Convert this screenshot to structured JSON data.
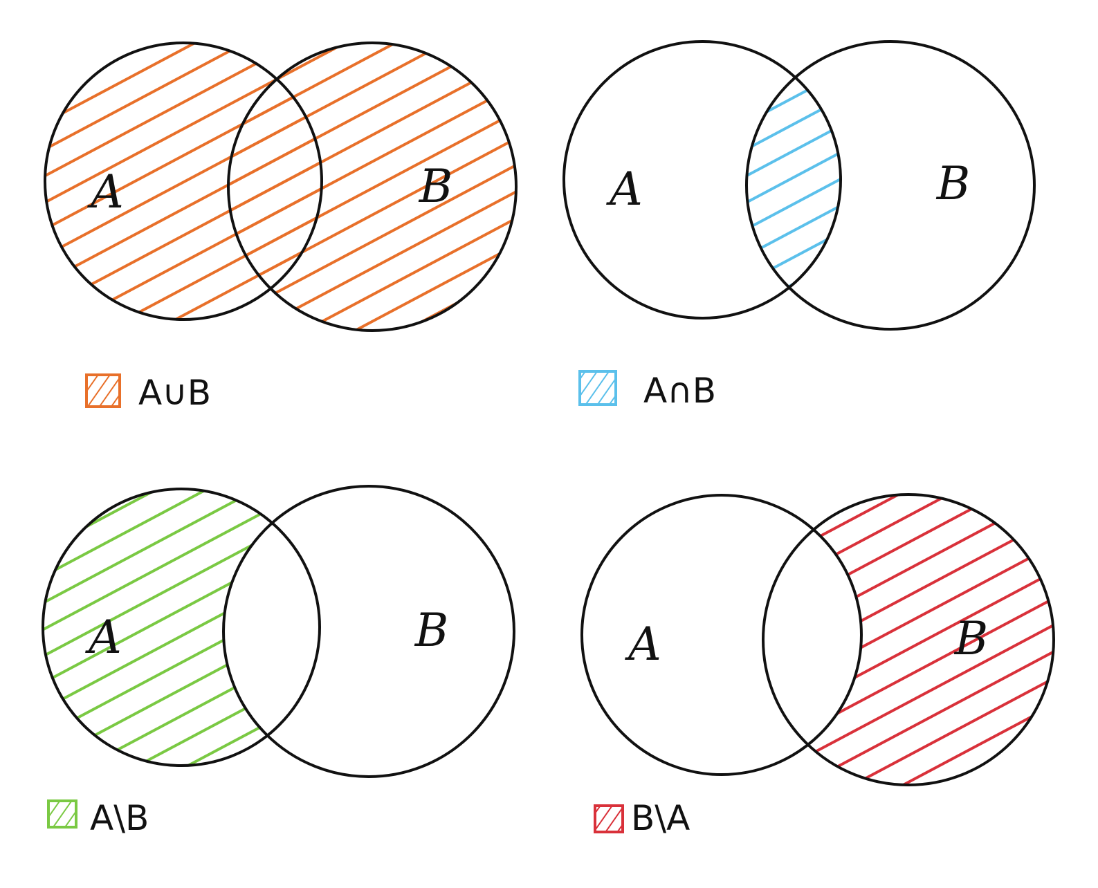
{
  "panels": [
    {
      "id": "union",
      "set_a_label": "A",
      "set_b_label": "B",
      "legend_label": "A∪B",
      "color": "#e8702a"
    },
    {
      "id": "intersection",
      "set_a_label": "A",
      "set_b_label": "B",
      "legend_label": "A∩B",
      "color": "#5bc0eb"
    },
    {
      "id": "a-minus-b",
      "set_a_label": "A",
      "set_b_label": "B",
      "legend_label": "A\\B",
      "color": "#7ac943"
    },
    {
      "id": "b-minus-a",
      "set_a_label": "A",
      "set_b_label": "B",
      "legend_label": "B\\A",
      "color": "#d9313a"
    }
  ]
}
